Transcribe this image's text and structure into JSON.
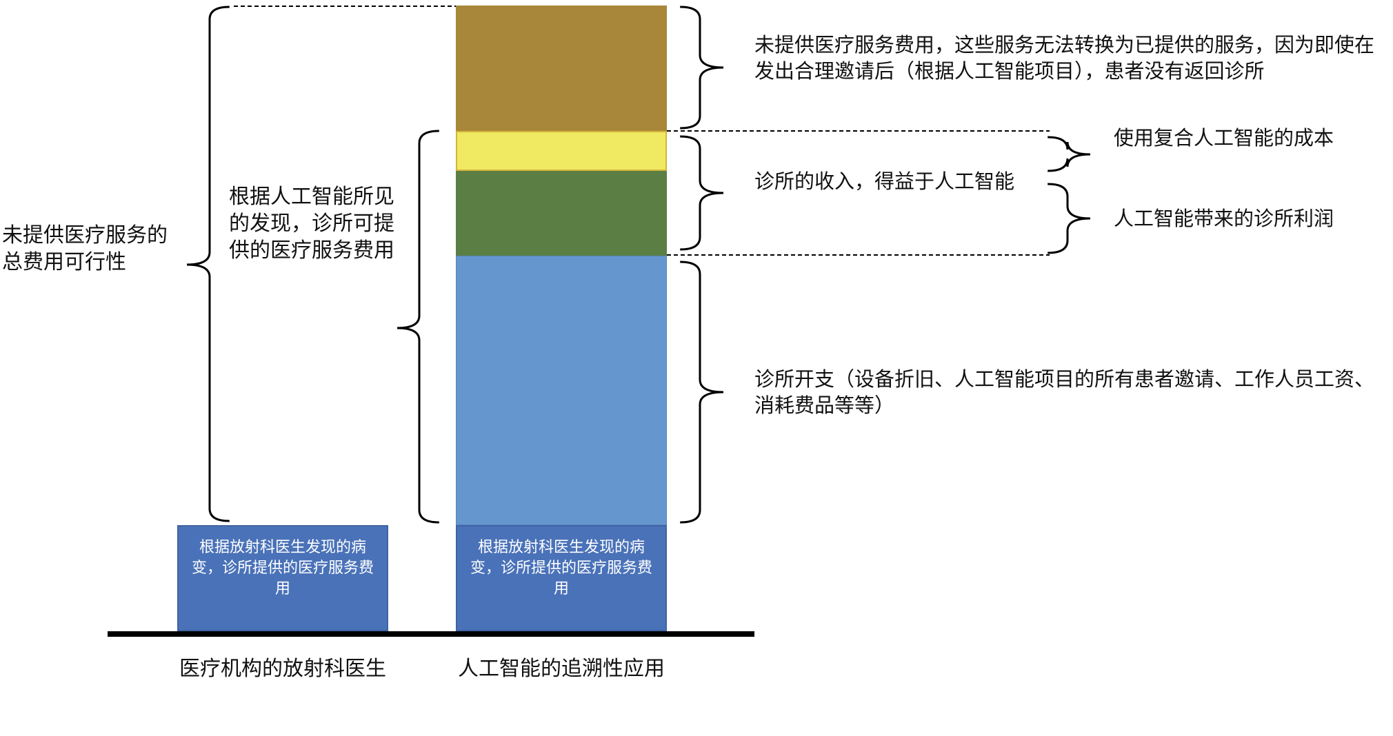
{
  "left_label": "未提供医疗服务的总费用可行性",
  "middle_label": "根据人工智能所见的发现，诊所可提供的医疗服务费用",
  "right_labels": {
    "unprovided": "未提供医疗服务费用，这些服务无法转换为已提供的服务，因为即使在发出合理邀请后（根据人工智能项目），患者没有返回诊所",
    "revenue": "诊所的收入，得益于人工智能",
    "expenses": "诊所开支（设备折旧、人工智能项目的所有患者邀请、工作人员工资、消耗费品等等）",
    "cost": "使用复合人工智能的成本",
    "profit": "人工智能带来的诊所利润"
  },
  "bars": [
    {
      "box_text": "根据放射科医生发现的病变，诊所提供的医疗服务费用",
      "axis_label": "医疗机构的放射科医生"
    },
    {
      "box_text": "根据放射科医生发现的病变，诊所提供的医疗服务费用",
      "axis_label": "人工智能的追溯性应用"
    }
  ],
  "colors": {
    "unprovided": "#A8873A",
    "cost": "#F0E962",
    "profit": "#5A7E44",
    "expenses": "#6597CE",
    "base": "#4A72B8"
  }
}
